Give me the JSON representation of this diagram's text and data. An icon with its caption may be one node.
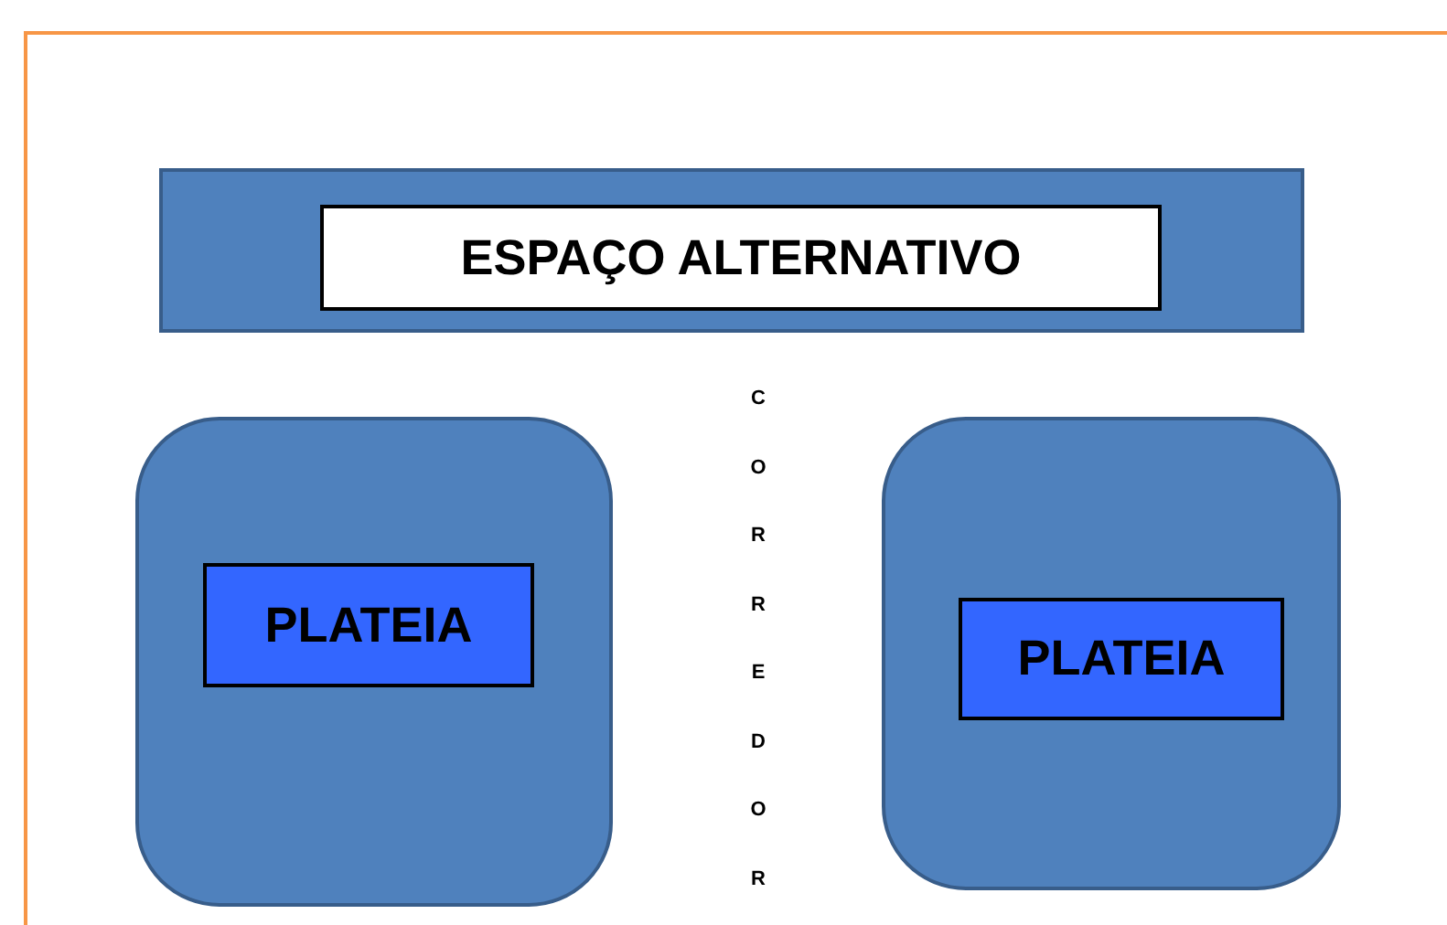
{
  "diagram": {
    "nodes": [
      {
        "text": [],
        "shape": "box"
      },
      {
        "text": [
          "ESPAÇO ALTERNATIVO"
        ],
        "in": 0
      },
      {
        "text": [],
        "shape": "box"
      },
      {
        "text": [
          "PLATEIA"
        ],
        "in": 2
      },
      {
        "text": [],
        "shape": "box"
      },
      {
        "text": [
          "PLATEIA"
        ],
        "in": 4
      }
    ],
    "edges": [],
    "labels": [
      "CORREDOR"
    ]
  }
}
